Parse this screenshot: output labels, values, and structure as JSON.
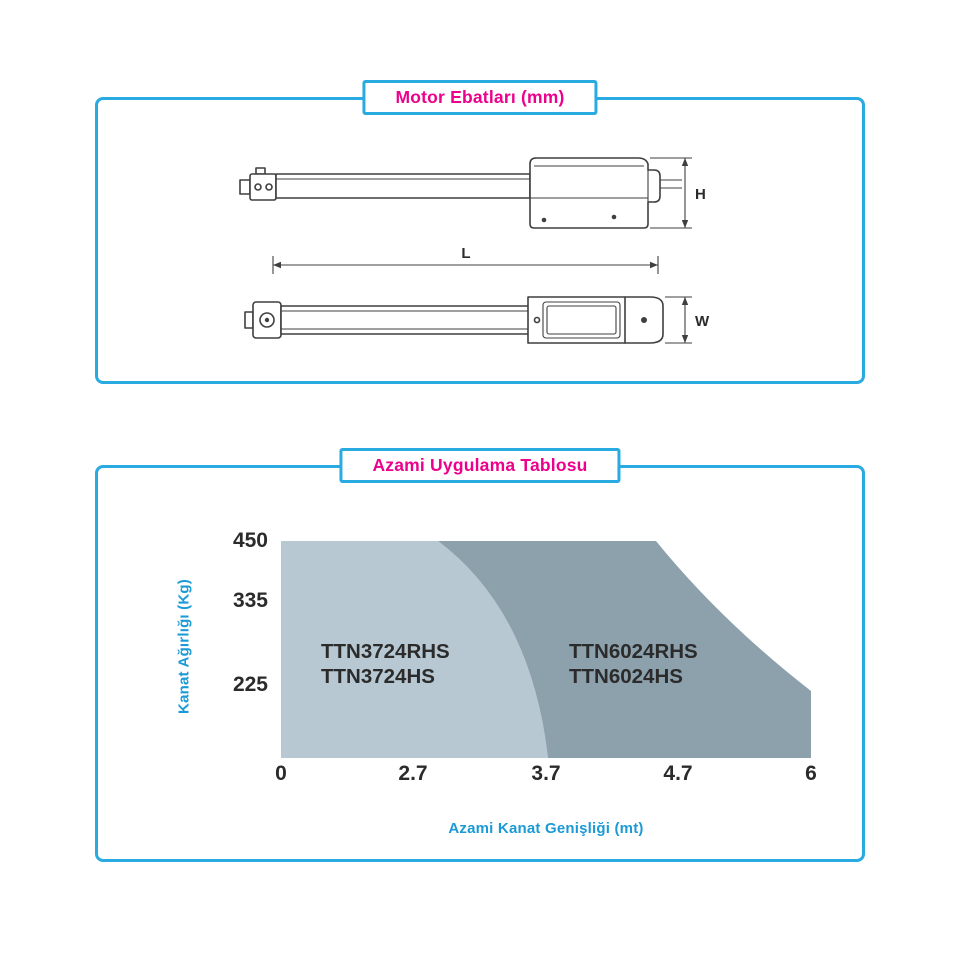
{
  "theme": {
    "background": "#ffffff",
    "panel_border_color": "#29abe2",
    "panel_title_color": "#ec008c",
    "axis_title_color": "#1b9ad6",
    "tick_label_color": "#2b2b2b",
    "drawing_line_color": "#3f3f3f"
  },
  "motor_panel": {
    "title": "Motor Ebatları (mm)",
    "dimension_labels": {
      "height": "H",
      "length": "L",
      "width": "W"
    }
  },
  "application_panel": {
    "title": "Azami Uygulama Tablosu"
  },
  "chart_data": {
    "type": "area",
    "title": "Azami Uygulama Tablosu",
    "xlabel": "Azami Kanat Genişliği (mt)",
    "ylabel": "Kanat Ağırlığı (Kg)",
    "x_tick_labels": [
      "0",
      "2.7",
      "3.7",
      "4.7",
      "6"
    ],
    "y_tick_labels": [
      "450",
      "335",
      "225"
    ],
    "xlim": [
      0,
      6
    ],
    "ylim": [
      0,
      450
    ],
    "grid": false,
    "legend_position": "none",
    "regions": [
      {
        "models": [
          "TTN3724RHS",
          "TTN3724HS"
        ],
        "color": "#b7c8d2",
        "max_wing_width_mt": 3.7,
        "max_wing_weight_kg": 450,
        "upper_boundary_mt_kg": [
          [
            0,
            450
          ],
          [
            2.9,
            450
          ],
          [
            3.3,
            335
          ],
          [
            3.6,
            225
          ],
          [
            3.7,
            0
          ]
        ]
      },
      {
        "models": [
          "TTN6024RHS",
          "TTN6024HS"
        ],
        "color": "#8da1ac",
        "max_wing_width_mt": 6,
        "max_wing_weight_kg": 450,
        "upper_boundary_mt_kg": [
          [
            2.9,
            450
          ],
          [
            4.5,
            450
          ],
          [
            5.0,
            335
          ],
          [
            5.9,
            225
          ],
          [
            6.0,
            215
          ]
        ]
      }
    ]
  }
}
